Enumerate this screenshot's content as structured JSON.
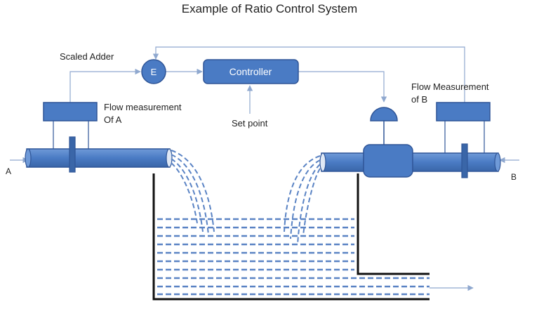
{
  "title": "Example of Ratio Control System",
  "labels": {
    "scaled_adder": "Scaled Adder",
    "adder_symbol": "E",
    "controller": "Controller",
    "set_point": "Set point",
    "flow_a_line1": "Flow measurement",
    "flow_a_line2": "Of A",
    "flow_b_line1": "Flow Measurement",
    "flow_b_line2": "of B",
    "inlet_a": "A",
    "inlet_b": "B"
  },
  "colors": {
    "component_fill": "#4a7bc4",
    "component_stroke": "#2f5597",
    "signal_line": "#8fa8cf",
    "water_dash": "#5a83c4",
    "tank_wall": "#111111"
  }
}
